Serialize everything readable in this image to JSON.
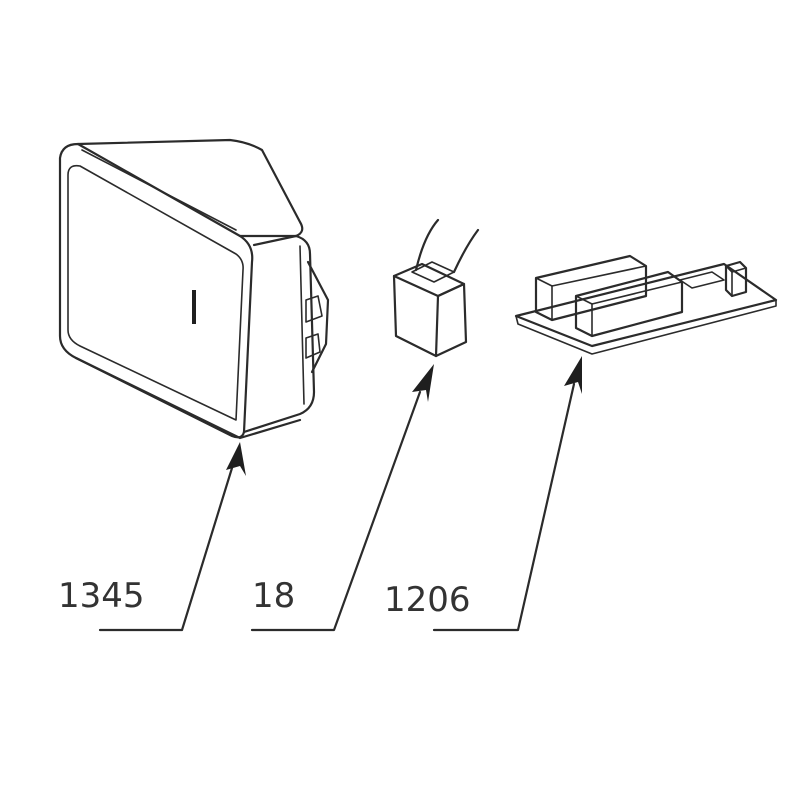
{
  "parts": [
    {
      "id": "1345",
      "label": "1345"
    },
    {
      "id": "18",
      "label": "18"
    },
    {
      "id": "1206",
      "label": "1206"
    }
  ],
  "colors": {
    "line": "#2b2b2b",
    "label_text": "#333333",
    "background": "#ffffff"
  }
}
